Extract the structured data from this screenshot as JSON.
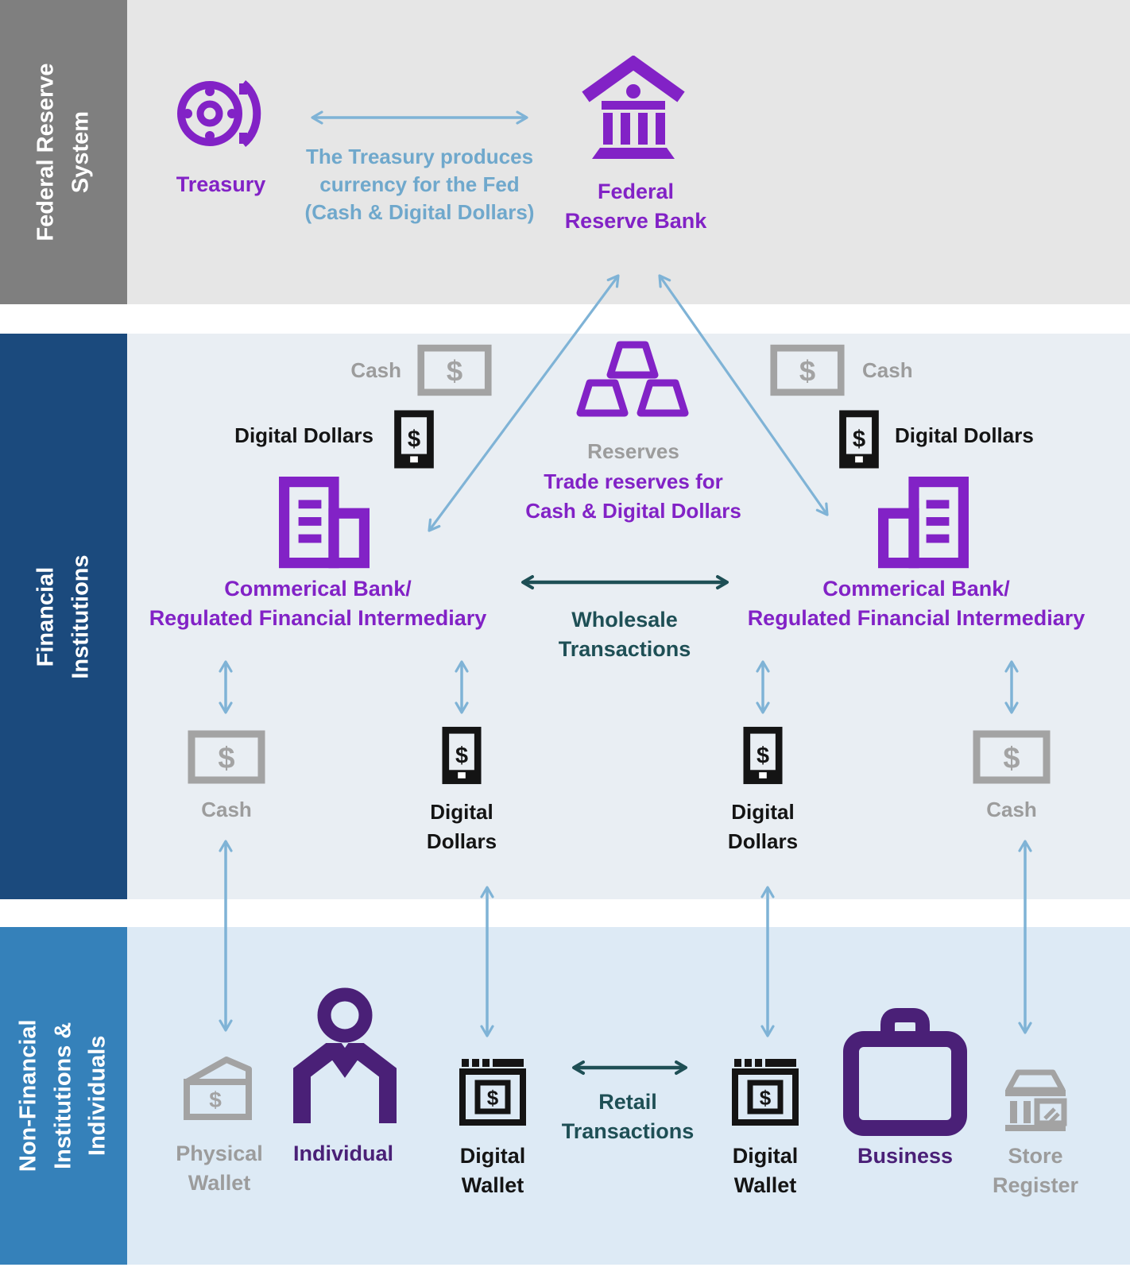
{
  "colors": {
    "purple": "#8222c6",
    "dark_purple": "#4a2077",
    "gray_icon": "#a3a3a3",
    "gray_text": "#9c9c9c",
    "black_icon": "#141414",
    "arrow_blue": "#7fb3d6",
    "note_blue": "#6fa8cc",
    "teal": "#1e4f55",
    "sidebar_gray": "#7f7f7f",
    "sidebar_navy": "#1b4a7d",
    "sidebar_blue": "#3581ba",
    "band_top_bg": "#e6e6e6",
    "band_mid_bg": "#e9eef3",
    "band_bottom_bg": "#ddeaf5"
  },
  "glyphs": {
    "dollar": "$"
  },
  "sidebars": {
    "federal": {
      "line1": "Federal Reserve",
      "line2": "System"
    },
    "financial": {
      "line1": "Financial",
      "line2": "Institutions"
    },
    "nonfinancial": {
      "line1": "Non-Financial",
      "line2": "Institutions &",
      "line3": "Individuals"
    }
  },
  "top": {
    "treasury_label": "Treasury",
    "note_line1": "The Treasury produces",
    "note_line2": "currency for the Fed",
    "note_line3": "(Cash & Digital Dollars)",
    "fed_line1": "Federal",
    "fed_line2": "Reserve Bank"
  },
  "middle": {
    "cash_left": "Cash",
    "digital_left": "Digital Dollars",
    "reserves": "Reserves",
    "trade_line1": "Trade reserves for",
    "trade_line2": "Cash & Digital Dollars",
    "cash_right": "Cash",
    "digital_right": "Digital Dollars",
    "bank_left_line1": "Commerical Bank/",
    "bank_left_line2": "Regulated Financial Intermediary",
    "bank_right_line1": "Commerical Bank/",
    "bank_right_line2": "Regulated Financial Intermediary",
    "wholesale_line1": "Wholesale",
    "wholesale_line2": "Transactions",
    "row_cash_left": "Cash",
    "row_dd_left_line1": "Digital",
    "row_dd_left_line2": "Dollars",
    "row_dd_right_line1": "Digital",
    "row_dd_right_line2": "Dollars",
    "row_cash_right": "Cash"
  },
  "bottom": {
    "physical_line1": "Physical",
    "physical_line2": "Wallet",
    "individual": "Individual",
    "wallet_left_line1": "Digital",
    "wallet_left_line2": "Wallet",
    "retail_line1": "Retail",
    "retail_line2": "Transactions",
    "wallet_right_line1": "Digital",
    "wallet_right_line2": "Wallet",
    "business": "Business",
    "store_line1": "Store",
    "store_line2": "Register"
  }
}
